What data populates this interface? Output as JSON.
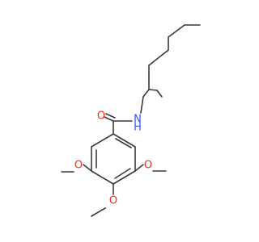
{
  "structure": {
    "atoms": {
      "carbonyl_oxygen": "O",
      "amide_nitrogen": "N",
      "amide_hydrogen": "H",
      "methoxy_oxygen_left": "O",
      "methoxy_oxygen_right": "O",
      "methoxy_oxygen_bottom": "O"
    },
    "colors": {
      "bond": "#3a3a3a",
      "oxygen": "#ff2a1a",
      "nitrogen": "#3050f8"
    }
  }
}
